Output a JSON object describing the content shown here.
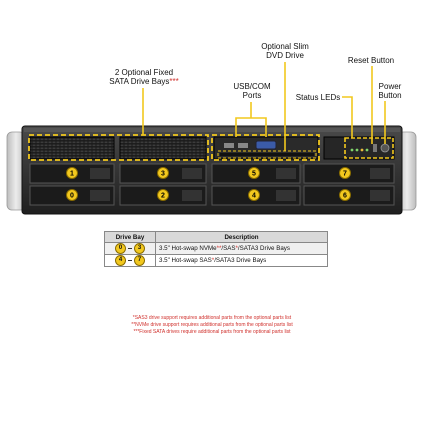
{
  "callouts": {
    "sata_line1": "2 Optional Fixed",
    "sata_line2": "SATA Drive Bays",
    "sata_marker": "***",
    "dvd_line1": "Optional Slim",
    "dvd_line2": "DVD Drive",
    "reset_line1": "Reset Button",
    "usb_line1": "USB/COM",
    "usb_line2": "Ports",
    "status_line1": "Status LEDs",
    "power_line1": "Power",
    "power_line2": "Button"
  },
  "bays": {
    "top": [
      "1",
      "3",
      "5",
      "7"
    ],
    "bottom": [
      "0",
      "2",
      "4",
      "6"
    ]
  },
  "table": {
    "header_bay": "Drive Bay",
    "header_desc": "Description",
    "rows": [
      {
        "from": "0",
        "to": "3",
        "desc_a": "3.5\" Hot-swap NVMe",
        "mark_a": "**",
        "desc_b": "/SAS",
        "mark_b": "*",
        "desc_c": "/SATA3 Drive Bays"
      },
      {
        "from": "4",
        "to": "7",
        "desc_a": "3.5\" Hot-swap SAS",
        "mark_a": "*",
        "desc_b": "/SATA3 Drive Bays",
        "mark_b": "",
        "desc_c": ""
      }
    ]
  },
  "footnotes": [
    "*SAS3 drive support requires additional parts from the optional parts list",
    "**NVMe drive support requires additional parts from the optional parts list",
    "***Fixed SATA drives require additional parts from the optional parts list"
  ],
  "colors": {
    "accent": "#f2c81e",
    "chassis": "#2b2b2b",
    "rack_ear": "#d8d8d8",
    "footnote_red": "#d0312d"
  }
}
